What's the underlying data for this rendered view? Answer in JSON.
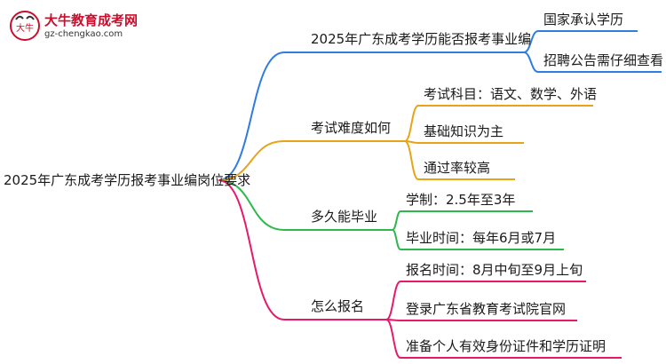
{
  "logo": {
    "title": "大牛教育成考网",
    "url": "gz-chengkao.com",
    "mark_text": "大牛"
  },
  "root": "2025年广东成考学历报考事业编岗位要求",
  "branches": [
    {
      "label": "2025年广东成考学历能否报考事业编",
      "color": "#2f7de1",
      "children": [
        "国家承认学历",
        "招聘公告需仔细查看"
      ]
    },
    {
      "label": "考试难度如何",
      "color": "#e8a317",
      "children": [
        "考试科目：语文、数学、外语",
        "基础知识为主",
        "通过率较高"
      ]
    },
    {
      "label": "多久能毕业",
      "color": "#2db84d",
      "children": [
        "学制：2.5年至3年",
        "毕业时间：每年6月或7月"
      ]
    },
    {
      "label": "怎么报名",
      "color": "#e8196b",
      "children": [
        "报名时间：8月中旬至9月上旬",
        "登录广东省教育考试院官网",
        "准备个人有效身份证件和学历证明"
      ]
    }
  ]
}
